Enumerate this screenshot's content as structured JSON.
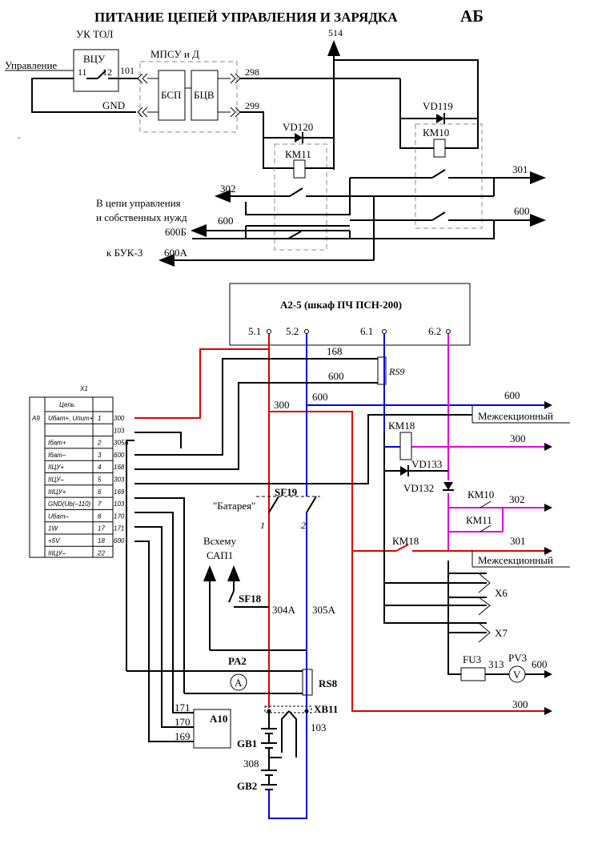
{
  "title": "ПИТАНИЕ ЦЕПЕЙ УПРАВЛЕНИЯ И ЗАРЯДКА",
  "title_big": "АБ",
  "colors": {
    "red": "#e00000",
    "blue": "#0000e0",
    "magenta": "#e000e0",
    "dash": "#888888"
  },
  "top": {
    "uk_tol": "УК ТОЛ",
    "vcu": "ВЦУ",
    "pin11": "11",
    "pin12": "12",
    "upravlenie": "Управление",
    "gnd": "GND",
    "n101": "101",
    "mpsu": "МПСУ и Д",
    "bsp": "БСП",
    "bcv": "БЦВ",
    "n298": "298",
    "n299": "299",
    "n514": "514",
    "vd120": "VD120",
    "km11": "КМ11",
    "vd119": "VD119",
    "km10": "КМ10",
    "n301": "301",
    "n600r": "600",
    "n302": "302",
    "v_cepi": "В цепи управления",
    "sobstv": "и собственных нужд",
    "n600": "600",
    "n600b": "600Б",
    "k_buk": "к БУК-3",
    "n600a": "600А",
    "dot": "`"
  },
  "bottom": {
    "a25": "А2-5 (шкаф ПЧ ПСН-200)",
    "p51": "5.1",
    "p52": "5.2",
    "p61": "6.1",
    "p62": "6.2",
    "n168": "168",
    "n600a": "600",
    "rs9": "RS9",
    "n300a": "300",
    "n600b": "600",
    "n600c": "600",
    "mezh1": "Межсекционный",
    "km18a": "КМ18",
    "n300b": "300",
    "vd133": "VD133",
    "vd132": "VD132",
    "km10": "КМ10",
    "n302": "302",
    "km11": "КМ11",
    "sf19": "SF19",
    "batareya": "\"Батарея\"",
    "sw1": "1",
    "sw2": "2",
    "km18b": "КМ18",
    "n301": "301",
    "mezh2": "Межсекционный",
    "vskhemu1": "Всхему",
    "vskhemu2": "САП1",
    "sf18": "SF18",
    "n304a": "304А",
    "n305a": "305А",
    "x6": "X6",
    "x7": "X7",
    "fu3": "FU3",
    "n313": "313",
    "pv3": "PV3",
    "n600d": "600",
    "v": "V",
    "pa2": "PA2",
    "a": "A",
    "rs8": "RS8",
    "n300c": "300",
    "xb11": "XB11",
    "n171": "171",
    "n170": "170",
    "n169": "169",
    "a10": "A10",
    "gb1": "GB1",
    "n103": "103",
    "n308": "308",
    "gb2": "GB2"
  },
  "x1": {
    "title": "X1",
    "a9": "A9",
    "header_name": "Цепь",
    "rows": [
      {
        "name": "Uбат+, Uпит+",
        "pin": "1",
        "wire": "300"
      },
      {
        "name": "",
        "pin": "",
        "wire": "103"
      },
      {
        "name": "Iбат+",
        "pin": "2",
        "wire": "305А"
      },
      {
        "name": "Iбат–",
        "pin": "3",
        "wire": "600"
      },
      {
        "name": "IIЦУ+",
        "pin": "4",
        "wire": "168"
      },
      {
        "name": "IIЦУ–",
        "pin": "5",
        "wire": "303"
      },
      {
        "name": "IIIЦУ+",
        "pin": "6",
        "wire": "169"
      },
      {
        "name": "GND(Ub(–110)",
        "pin": "7",
        "wire": "103"
      },
      {
        "name": "Uбат–",
        "pin": "8",
        "wire": "170"
      },
      {
        "name": "1W",
        "pin": "17",
        "wire": "171"
      },
      {
        "name": "+5V",
        "pin": "18",
        "wire": "600"
      },
      {
        "name": "IIIЦУ–",
        "pin": "22",
        "wire": ""
      }
    ]
  }
}
